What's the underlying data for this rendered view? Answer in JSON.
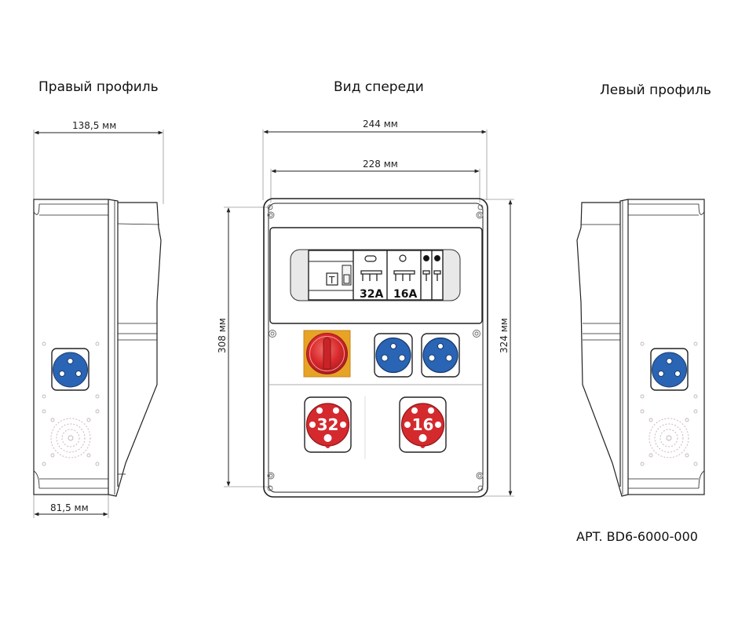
{
  "titles": {
    "right_profile": "Правый профиль",
    "front_view": "Вид спереди",
    "left_profile": "Левый профиль"
  },
  "dimensions": {
    "side_depth": "138,5 мм",
    "side_base": "81,5 мм",
    "front_outer_width": "244 мм",
    "front_inner_width": "228 мм",
    "front_inner_height": "308 мм",
    "front_outer_height": "324 мм"
  },
  "breaker_panel": {
    "rcd_test_label": "T",
    "breakers": [
      {
        "rating": "32A",
        "indicator": "oval"
      },
      {
        "rating": "16A",
        "indicator": "circle"
      }
    ],
    "small_breakers": 2
  },
  "sockets": {
    "main_switch": "rotary-isolator",
    "schuko": 2,
    "cee": [
      {
        "rating": "32",
        "color": "#d42a2e"
      },
      {
        "rating": "16",
        "color": "#d42a2e"
      }
    ],
    "side_socket_color": "#2a64b4"
  },
  "colors": {
    "blue": "#2a64b4",
    "red": "#d42a2e",
    "switch_base": "#e6a325",
    "outline": "#222222"
  },
  "article": "APT. BD6-6000-000"
}
